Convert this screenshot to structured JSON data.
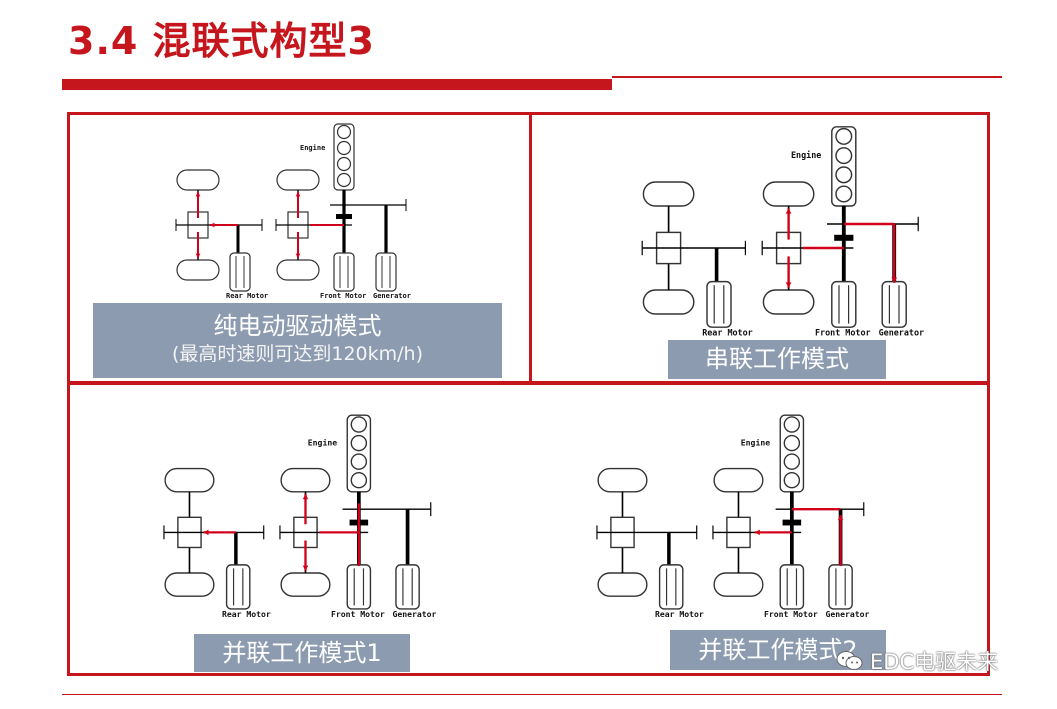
{
  "slide": {
    "title": "3.4  混联式构型3",
    "accent_color": "#c4161c",
    "label_bg_color": "#8c9bb0"
  },
  "panels": [
    {
      "id": "pure-electric",
      "caption": "纯电动驱动模式",
      "subcaption": "(最高时速则可达到120km/h)",
      "labels": {
        "engine": "Engine",
        "rear_motor": "Rear Motor",
        "front_motor": "Front Motor",
        "generator": "Generator"
      }
    },
    {
      "id": "series",
      "caption": "串联工作模式",
      "labels": {
        "engine": "Engine",
        "rear_motor": "Rear Motor",
        "front_motor": "Front Motor",
        "generator": "Generator"
      }
    },
    {
      "id": "parallel-1",
      "caption": "并联工作模式1",
      "labels": {
        "engine": "Engine",
        "rear_motor": "Rear Motor",
        "front_motor": "Front Motor",
        "generator": "Generator"
      }
    },
    {
      "id": "parallel-2",
      "caption": "并联工作模式2",
      "labels": {
        "engine": "Engine",
        "rear_motor": "Rear Motor",
        "front_motor": "Front Motor",
        "generator": "Generator"
      }
    }
  ],
  "watermark": {
    "text": "EDC电驱未来",
    "icon": "wechat-icon"
  }
}
